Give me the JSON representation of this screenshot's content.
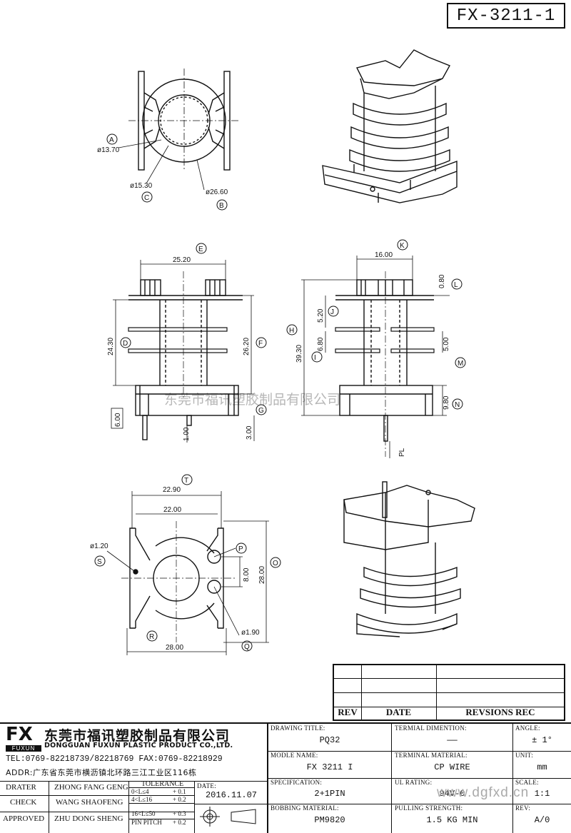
{
  "drawing_number": "FX-3211-1",
  "watermark": "东莞市福讯塑胶制品有限公司",
  "website_watermark": "www.dgfxd.cn",
  "top_view": {
    "callout_a": "A",
    "dim_a": "ø13.70",
    "callout_c": "C",
    "dim_c": "ø15.30",
    "callout_b": "B",
    "dim_b": "ø26.60"
  },
  "front_view": {
    "callout_e": "E",
    "dim_e": "25.20",
    "callout_d": "D",
    "dim_d": "24.30",
    "callout_f": "F",
    "dim_f": "26.20",
    "callout_g": "G",
    "dim_6": "6.00",
    "dim_1": "1.00",
    "dim_3": "3.00"
  },
  "side_view": {
    "callout_k": "K",
    "dim_k": "16.00",
    "callout_l": "L",
    "dim_l": "0.80",
    "callout_j": "J",
    "dim_j": "5.20",
    "callout_h": "H",
    "dim_h": "39.30",
    "callout_i": "I",
    "dim_i": "6.80",
    "dim_500": "5.00",
    "callout_m": "M",
    "callout_n": "N",
    "dim_n": "9.80",
    "pl": "PL"
  },
  "bottom_view": {
    "callout_t": "T",
    "dim_t": "22.90",
    "dim_22": "22.00",
    "callout_s": "S",
    "dim_s": "ø1.20",
    "callout_p": "P",
    "dim_p": "8.00",
    "callout_o": "O",
    "dim_o": "28.00",
    "callout_r": "R",
    "dim_r": "28.00",
    "callout_q": "Q",
    "dim_q": "ø1.90"
  },
  "rev_table": {
    "rev": "REV",
    "date": "DATE",
    "revisions": "REVSIONS REC"
  },
  "company": {
    "logo_text": "FX",
    "logo_brand": "FUXUN",
    "name_cn": "东莞市福讯塑胶制品有限公司",
    "name_en": "DONGGUAN FUXUN PLASTIC PRODUCT CO.,LTD.",
    "tel": "TEL:0769-82218739/82218769 FAX:0769-82218929",
    "addr": "ADDR:广东省东莞市横沥镇北环路三江工业区116栋"
  },
  "staff": [
    {
      "role": "DRATER",
      "name": "ZHONG FANG GENG"
    },
    {
      "role": "CHECK",
      "name": "WANG SHAOFENG"
    },
    {
      "role": "APPROVED",
      "name": "ZHU DONG SHENG"
    }
  ],
  "tolerance": {
    "label": "TOLERANCE",
    "rows": [
      {
        "range": "0<L≤4",
        "value": "+ 0.1"
      },
      {
        "range": "4<L≤16",
        "value": "+ 0.2"
      },
      {
        "range": "16<L≤50",
        "value": "+ 0.3"
      },
      {
        "range": "PIN PITCH",
        "value": "+ 0.2"
      }
    ]
  },
  "date": {
    "label": "DATE:",
    "value": "2016.11.07"
  },
  "fields": {
    "drawing_title_label": "DRAWING TITLE:",
    "drawing_title": "PQ32",
    "terminal_dimention_label": "TERMIAL DIMENTION:",
    "terminal_dimention": "——",
    "angle_label": "ANGLE:",
    "angle": "± 1°",
    "module_name_label": "MODLE NAME:",
    "module_name": "FX 3211 I",
    "terminal_material_label": "TERMINAL MATERIAL:",
    "terminal_material": "CP WIRE",
    "unit_label": "UNIT:",
    "unit": "mm",
    "specification_label": "SPECIFICATION:",
    "specification": "2+1PIN",
    "ul_rating_label": "UL RATING:",
    "ul_rating": "94V-0",
    "scale_label": "SCALE:",
    "scale": "1:1",
    "bobbing_material_label": "BOBBING MATERIAL:",
    "bobbing_material": "PM9820",
    "pulling_strength_label": "PULLING STRENGTH:",
    "pulling_strength": "1.5 KG MIN",
    "rev_label": "REV:",
    "rev": "A/0"
  }
}
